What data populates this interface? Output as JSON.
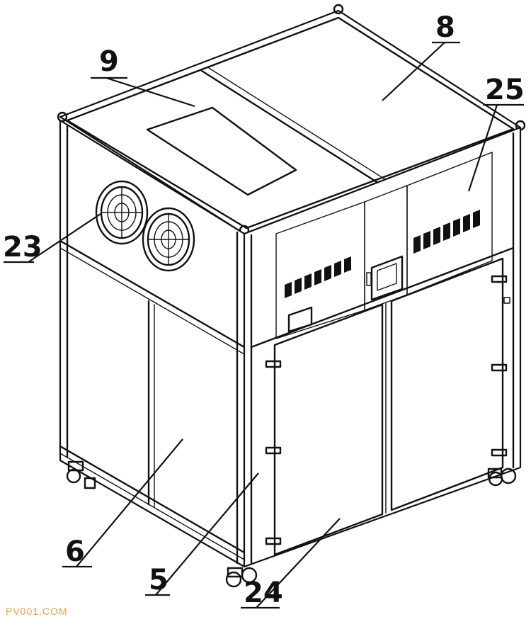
{
  "callouts": {
    "label_9": "9",
    "label_8": "8",
    "label_25": "25",
    "label_23": "23",
    "label_6": "6",
    "label_5": "5",
    "label_24": "24"
  },
  "watermark": "PV001.COM",
  "colors": {
    "line": "#111111",
    "background": "#ffffff",
    "watermark": "#e8a24a"
  }
}
